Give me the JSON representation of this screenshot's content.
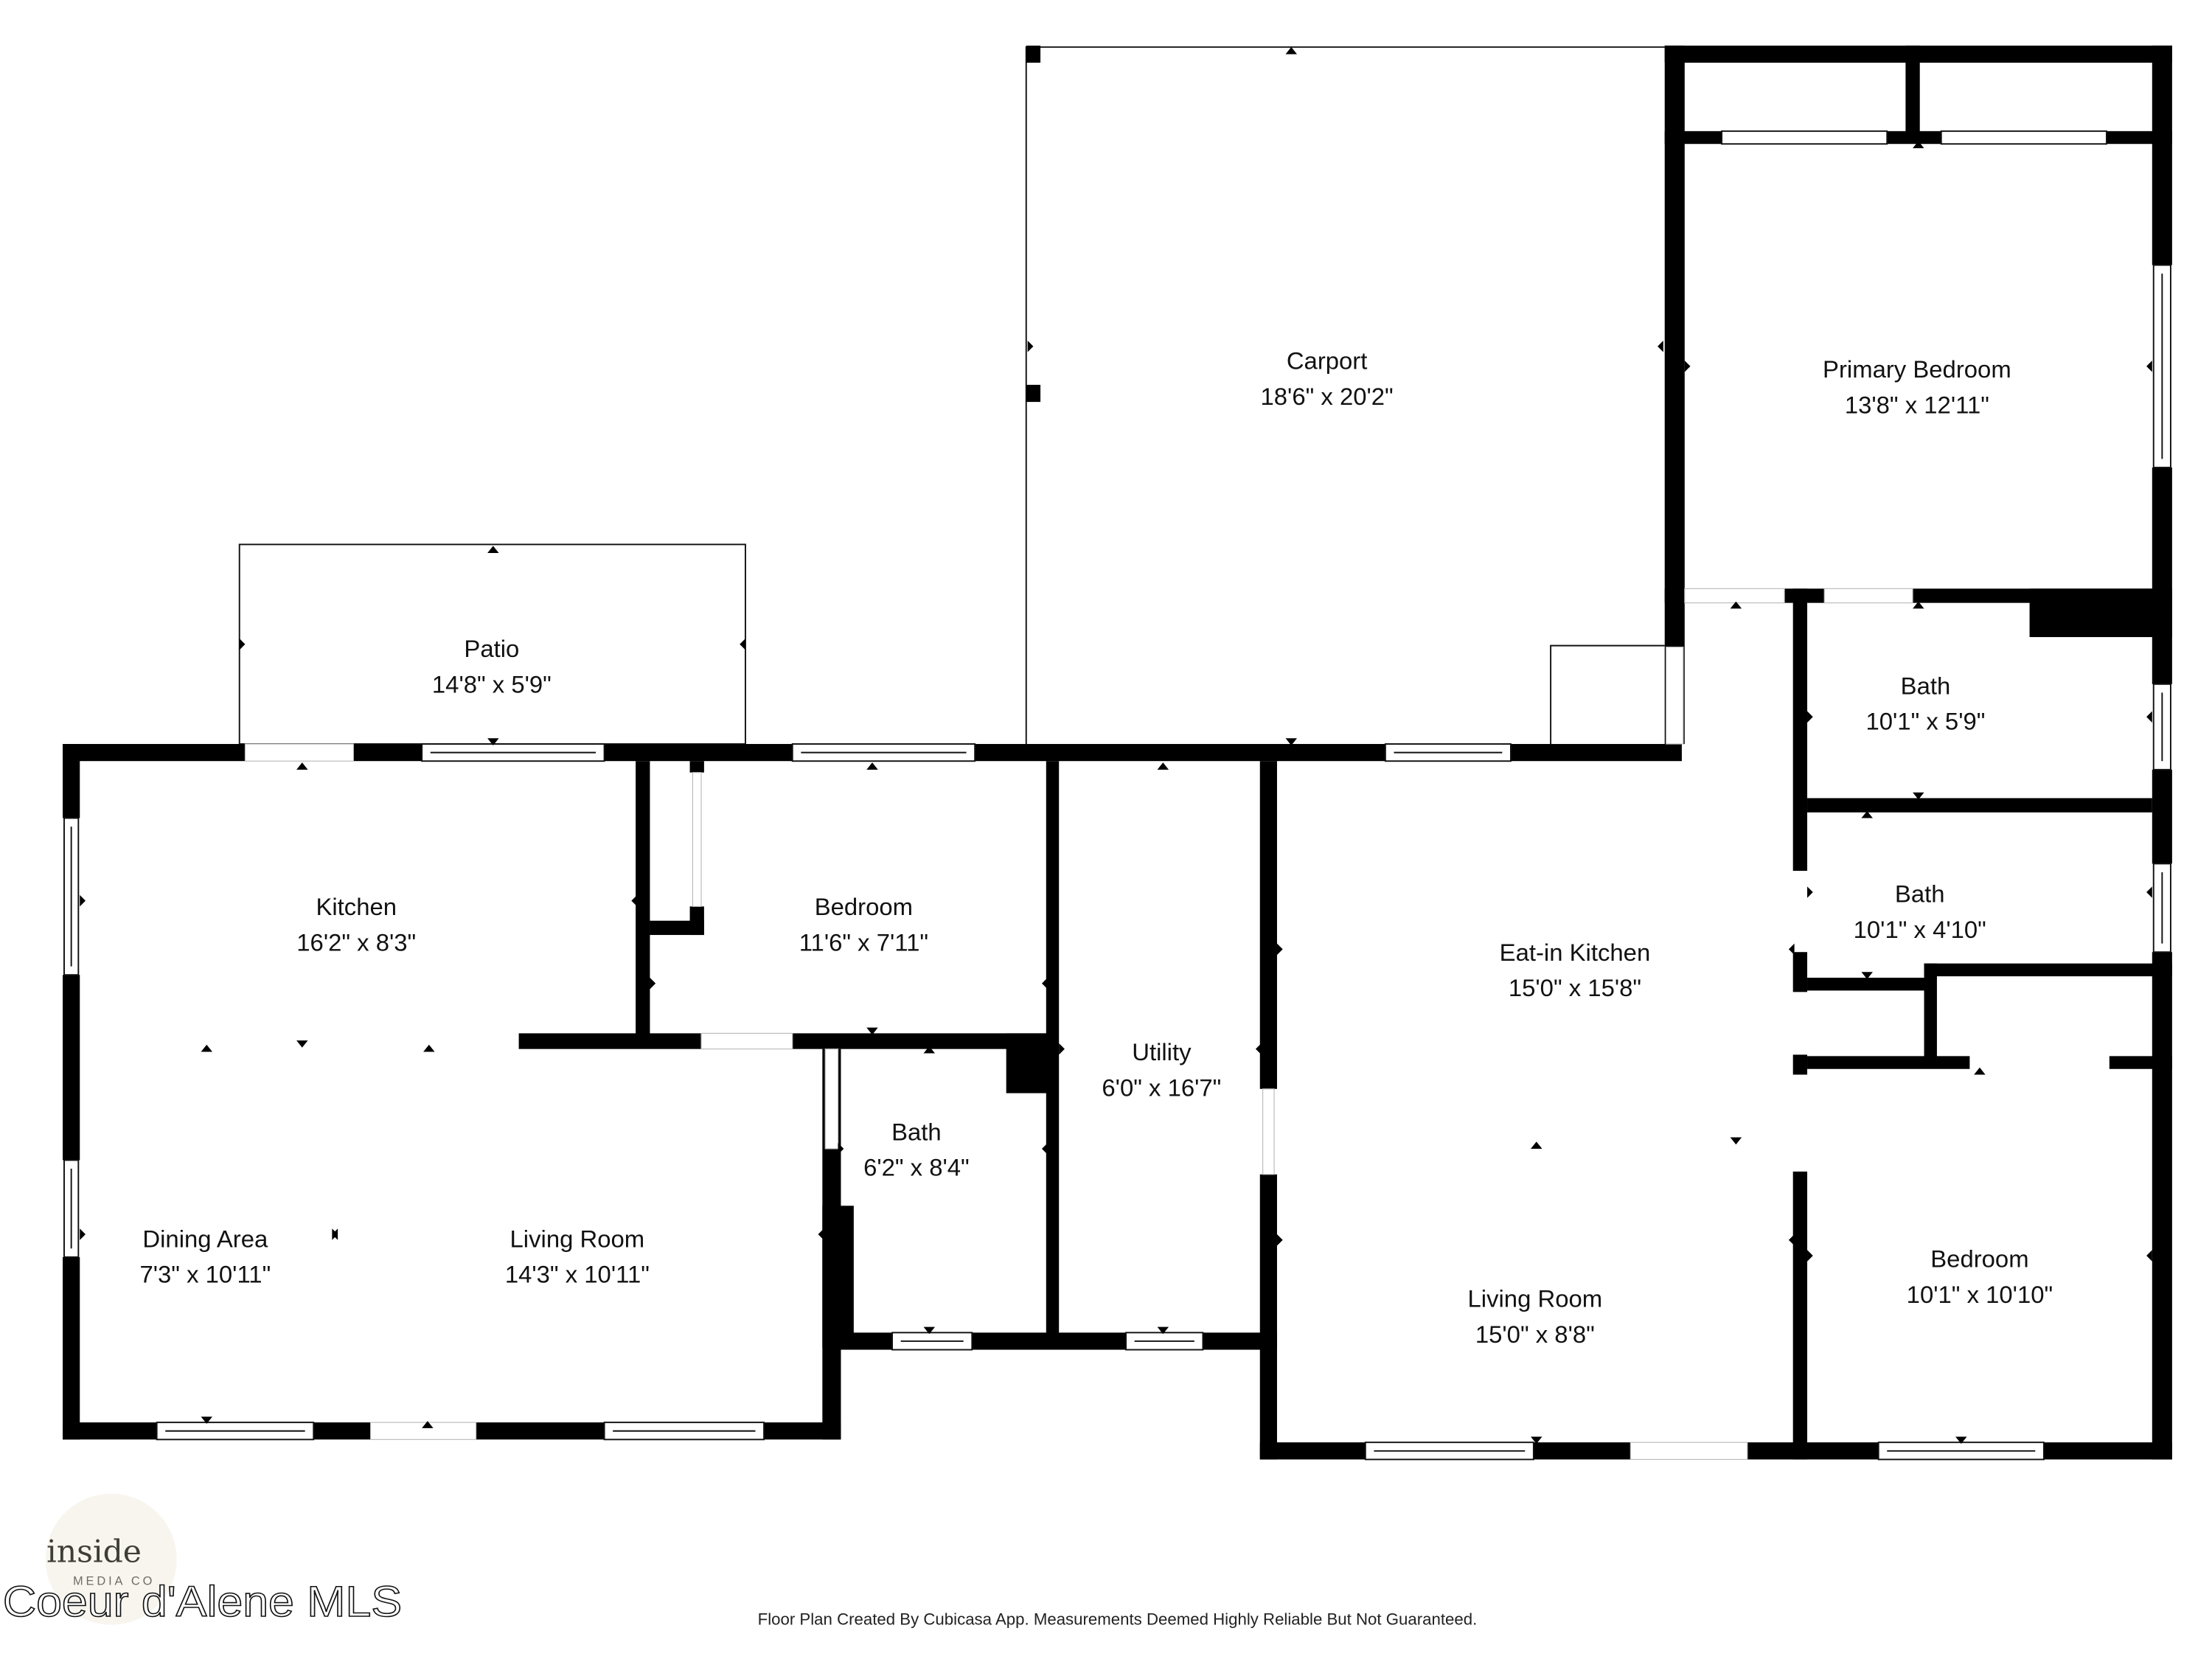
{
  "floor_plan": {
    "rooms": [
      {
        "id": "carport",
        "name": "Carport",
        "dimensions": "18'6\" x 20'2\""
      },
      {
        "id": "primary-bedroom",
        "name": "Primary Bedroom",
        "dimensions": "13'8\" x 12'11\""
      },
      {
        "id": "patio",
        "name": "Patio",
        "dimensions": "14'8\" x 5'9\""
      },
      {
        "id": "kitchen",
        "name": "Kitchen",
        "dimensions": "16'2\" x 8'3\""
      },
      {
        "id": "bedroom-1",
        "name": "Bedroom",
        "dimensions": "11'6\" x 7'11\""
      },
      {
        "id": "utility",
        "name": "Utility",
        "dimensions": "6'0\" x 16'7\""
      },
      {
        "id": "bath-1",
        "name": "Bath",
        "dimensions": "6'2\" x 8'4\""
      },
      {
        "id": "dining-area",
        "name": "Dining Area",
        "dimensions": "7'3\" x 10'11\""
      },
      {
        "id": "living-room-1",
        "name": "Living Room",
        "dimensions": "14'3\" x 10'11\""
      },
      {
        "id": "eat-in-kitchen",
        "name": "Eat-in Kitchen",
        "dimensions": "15'0\" x 15'8\""
      },
      {
        "id": "living-room-2",
        "name": "Living Room",
        "dimensions": "15'0\" x 8'8\""
      },
      {
        "id": "bath-2",
        "name": "Bath",
        "dimensions": "10'1\" x 5'9\""
      },
      {
        "id": "bath-3",
        "name": "Bath",
        "dimensions": "10'1\" x 4'10\""
      },
      {
        "id": "bedroom-2",
        "name": "Bedroom",
        "dimensions": "10'1\" x 10'10\""
      }
    ],
    "disclaimer": "Floor Plan Created By Cubicasa App. Measurements Deemed Highly Reliable But Not Guaranteed."
  },
  "branding": {
    "logo_main": "inside",
    "logo_sub": "MEDIA CO",
    "watermark": "Coeur d'Alene MLS",
    "logo_circle_color": "#f7f5ee"
  }
}
